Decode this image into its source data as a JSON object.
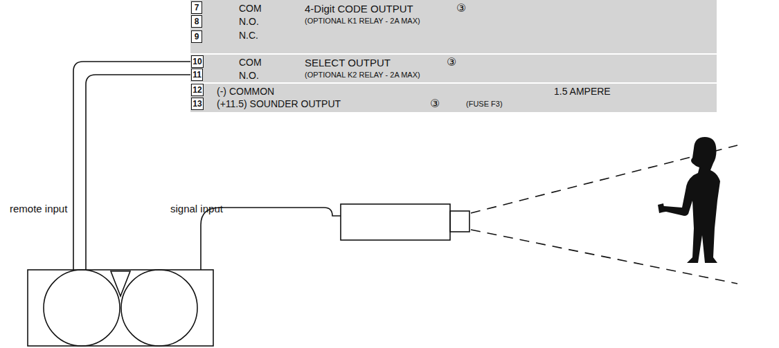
{
  "diagram": {
    "nodes": [
      {
        "text": [
          "COM",
          "N.O.",
          "N.C.",
          "4-Digit CODE OUTPUT",
          "③",
          "(OPTIONAL K1 RELAY - 2A MAX)"
        ]
      },
      {
        "text": [
          "7"
        ],
        "in": 0
      },
      {
        "text": [
          "8"
        ],
        "in": 0
      },
      {
        "text": [
          "9"
        ],
        "in": 0
      },
      {
        "text": [
          "COM",
          "N.O.",
          "SELECT OUTPUT",
          "③",
          "(OPTIONAL K2 RELAY - 2A MAX)"
        ]
      },
      {
        "text": [
          "10"
        ],
        "in": 4
      },
      {
        "text": [
          "11"
        ],
        "in": 4
      },
      {
        "text": [
          "(-) COMMON",
          "1.5 AMPERE",
          "(+11.5) SOUNDER OUTPUT",
          "③",
          "(FUSE F3)"
        ]
      },
      {
        "text": [
          "12"
        ],
        "in": 7
      },
      {
        "text": [
          "13"
        ],
        "in": 7
      }
    ],
    "labels": [
      "remote input",
      "signal input"
    ]
  }
}
